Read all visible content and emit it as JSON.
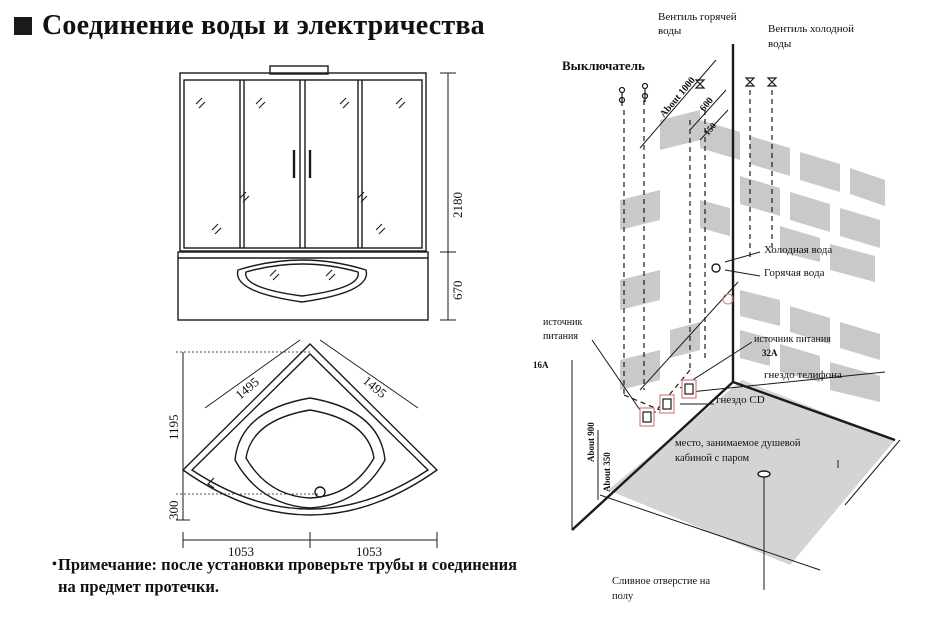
{
  "title": "Соединение воды и электричества",
  "note": "Примечание: после установки проверьте трубы и соединения на предмет протечки.",
  "note_bullet": "•",
  "elevation_dims": {
    "height_total": "2180",
    "tub_height": "670"
  },
  "plan_dims": {
    "side_left": "1495",
    "side_right": "1495",
    "depth": "1195",
    "drain_offset": "300",
    "half_left": "1053",
    "half_right": "1053"
  },
  "install_labels": {
    "hot_valve": [
      "Вентиль горячей",
      "воды"
    ],
    "cold_valve": [
      "Вентиль холодной",
      "воды"
    ],
    "switch": "Выключатель",
    "dim_about_1000": "About 1000",
    "dim_600": "600",
    "dim_150": "150",
    "cold_water": "Холодная вода",
    "hot_water": "Горячая вода",
    "power_source_left": [
      "источник",
      "питания"
    ],
    "amp_16a": "16A",
    "power_source_right": "источник питания",
    "amp_32a": "32A",
    "phone_socket": "гнездо телифона",
    "cd_socket": "гнездо CD",
    "cabin_area": [
      "место, занимаемое душевой",
      "кабиной с паром"
    ],
    "about_900": "About 900",
    "about_350": "About 350",
    "floor_drain": [
      "Сливное отверстие на",
      "полу"
    ]
  },
  "colors": {
    "line": "#1a1a1a",
    "tile": "#c9c9c9",
    "floor": "#d4d4d4",
    "highlight": "#d98080"
  }
}
